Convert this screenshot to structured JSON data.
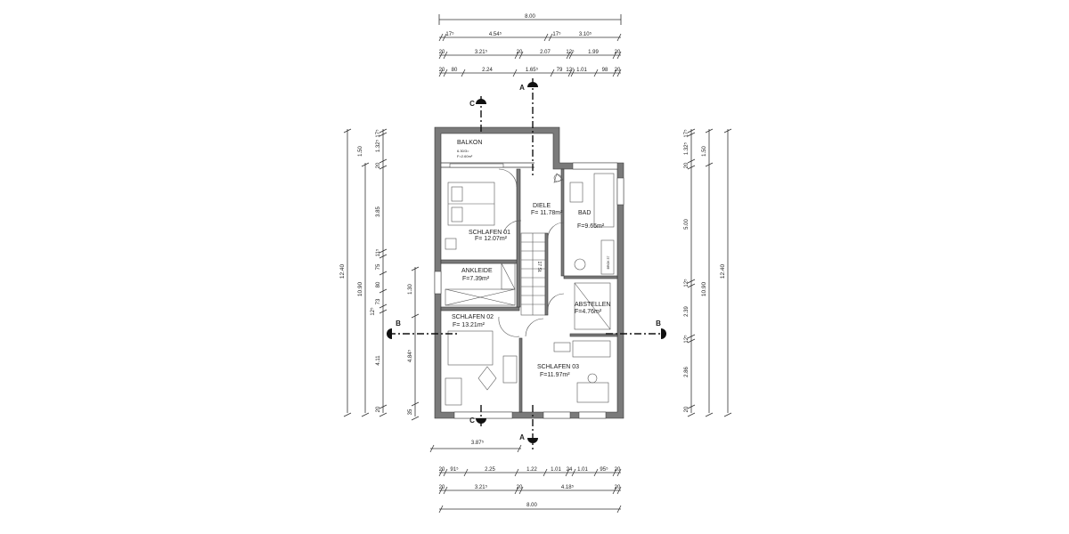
{
  "drawing": {
    "rooms": [
      {
        "id": "balkon",
        "name": "BALKON",
        "sub": "6.30/3=",
        "area": "F=2.60m²"
      },
      {
        "id": "diele",
        "name": "DIELE",
        "area": "F= 11.78m²"
      },
      {
        "id": "bad",
        "name": "BAD",
        "area": "F=9.65m²"
      },
      {
        "id": "schlafen01",
        "name": "SCHLAFEN 01",
        "area": "F= 12.07m²"
      },
      {
        "id": "ankleide",
        "name": "ANKLEIDE",
        "area": "F=7.39m²"
      },
      {
        "id": "abstellen",
        "name": "ABSTELLEN",
        "area": "F=4.76m²"
      },
      {
        "id": "schlafen02",
        "name": "SCHLAFEN 02",
        "area": "F= 13.21m²"
      },
      {
        "id": "schlafen03",
        "name": "SCHLAFEN 03",
        "area": "F=11.97m²"
      }
    ],
    "sections": {
      "a_top": "A",
      "a_bottom": "A",
      "b_left": "B",
      "b_right": "B",
      "c_top": "C",
      "c_bottom": "C"
    },
    "dims_top": {
      "overall": "8.00",
      "row1": [
        "17⁵",
        "4.54⁵",
        "17⁵",
        "3.10⁵"
      ],
      "row2": [
        "20",
        "3.21⁵",
        "20",
        "2.07",
        "12⁵",
        "1.99",
        "20"
      ],
      "row3": [
        "20",
        "80",
        "2.24",
        "1.65⁵",
        "79",
        "12⁵",
        "1.01",
        "98",
        "20"
      ]
    },
    "dims_bottom": {
      "row1": [
        "20",
        "91⁵",
        "2.25",
        "1.22",
        "1.01",
        "24",
        "1.01",
        "95⁵",
        "20"
      ],
      "row2": [
        "20",
        "3.21⁵",
        "20",
        "4.18⁵",
        "20"
      ],
      "overall": "8.00",
      "partial": "3.87⁵"
    },
    "dims_left": {
      "overall": "12.40",
      "mid": "10.90",
      "segs": [
        "1.50",
        "1.32⁵",
        "17⁵",
        "20",
        "3.85",
        "11⁵",
        "75",
        "80",
        "73",
        "12⁵",
        "4.11",
        "20"
      ],
      "inner": [
        "1.30",
        "4.84⁵",
        "35"
      ]
    },
    "dims_right": {
      "overall": "12.40",
      "mid": "10.90",
      "segs": [
        "1.32⁵",
        "17⁵",
        "1.50",
        "20",
        "5.00",
        "12⁵",
        "2.39",
        "12⁵",
        "2.86",
        "20"
      ]
    },
    "stair_label": "17 St.",
    "velux": "BROK 37"
  }
}
